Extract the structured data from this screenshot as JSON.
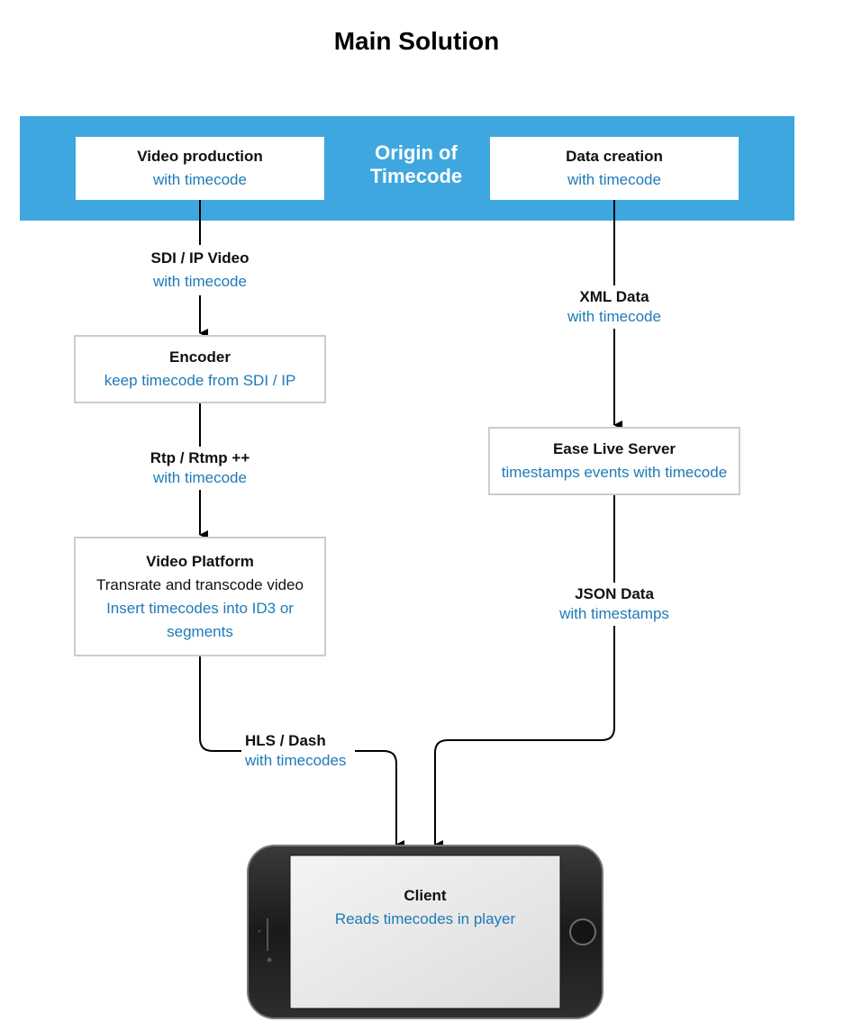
{
  "title": "Main Solution",
  "colors": {
    "band": "#3ea7df",
    "text_blue": "#1e7ab8",
    "border": "#c9ccd0"
  },
  "origin": {
    "line1": "Origin of",
    "line2": "Timecode"
  },
  "nodes": {
    "video_production": {
      "title": "Video production",
      "sub": "with timecode"
    },
    "data_creation": {
      "title": "Data creation",
      "sub": "with timecode"
    },
    "encoder": {
      "title": "Encoder",
      "sub": "keep timecode from SDI / IP"
    },
    "video_platform": {
      "title": "Video Platform",
      "line": "Transrate and transcode video",
      "sub1": "Insert timecodes into ID3 or",
      "sub2": "segments"
    },
    "ease_live_server": {
      "title": "Ease Live Server",
      "sub": "timestamps events with timecode"
    },
    "client": {
      "title": "Client",
      "sub": "Reads timecodes in player"
    }
  },
  "edges": {
    "sdi": {
      "title": "SDI / IP Video",
      "sub": "with timecode"
    },
    "xml": {
      "title": "XML Data",
      "sub": "with timecode"
    },
    "rtp": {
      "title": "Rtp / Rtmp ++",
      "sub": "with timecode"
    },
    "json": {
      "title": "JSON Data",
      "sub": "with timestamps"
    },
    "hls": {
      "title": "HLS / Dash",
      "sub": "with timecodes"
    }
  }
}
